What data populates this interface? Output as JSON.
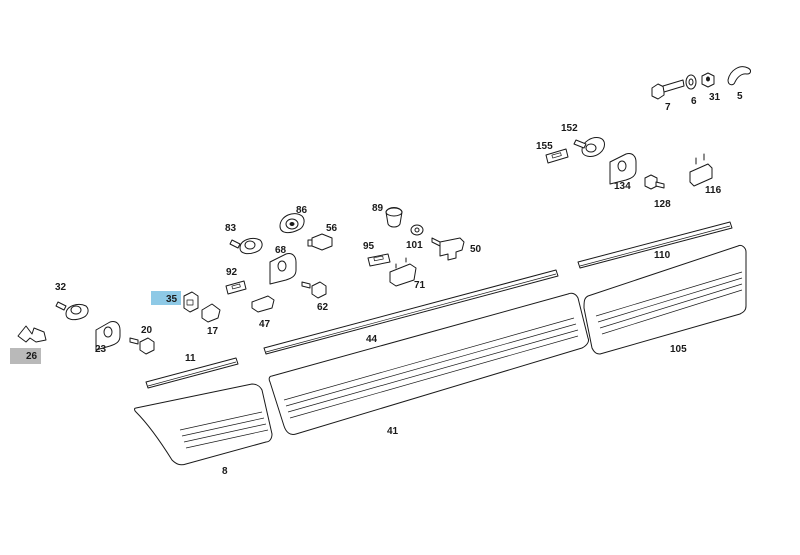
{
  "diagram": {
    "parts": [
      {
        "id": "7",
        "label": "7",
        "highlight": null
      },
      {
        "id": "6",
        "label": "6",
        "highlight": null
      },
      {
        "id": "31",
        "label": "31",
        "highlight": null
      },
      {
        "id": "5",
        "label": "5",
        "highlight": null
      },
      {
        "id": "152",
        "label": "152",
        "highlight": null
      },
      {
        "id": "155",
        "label": "155",
        "highlight": null
      },
      {
        "id": "134",
        "label": "134",
        "highlight": null
      },
      {
        "id": "116",
        "label": "116",
        "highlight": null
      },
      {
        "id": "128",
        "label": "128",
        "highlight": null
      },
      {
        "id": "86",
        "label": "86",
        "highlight": null
      },
      {
        "id": "89",
        "label": "89",
        "highlight": null
      },
      {
        "id": "83",
        "label": "83",
        "highlight": null
      },
      {
        "id": "56",
        "label": "56",
        "highlight": null
      },
      {
        "id": "68",
        "label": "68",
        "highlight": null
      },
      {
        "id": "95",
        "label": "95",
        "highlight": null
      },
      {
        "id": "101",
        "label": "101",
        "highlight": null
      },
      {
        "id": "50",
        "label": "50",
        "highlight": null
      },
      {
        "id": "110",
        "label": "110",
        "highlight": null
      },
      {
        "id": "92",
        "label": "92",
        "highlight": null
      },
      {
        "id": "71",
        "label": "71",
        "highlight": null
      },
      {
        "id": "32",
        "label": "32",
        "highlight": null
      },
      {
        "id": "35",
        "label": "35",
        "highlight": "blue"
      },
      {
        "id": "62",
        "label": "62",
        "highlight": null
      },
      {
        "id": "47",
        "label": "47",
        "highlight": null
      },
      {
        "id": "17",
        "label": "17",
        "highlight": null
      },
      {
        "id": "20",
        "label": "20",
        "highlight": null
      },
      {
        "id": "44",
        "label": "44",
        "highlight": null
      },
      {
        "id": "105",
        "label": "105",
        "highlight": null
      },
      {
        "id": "23",
        "label": "23",
        "highlight": null
      },
      {
        "id": "26",
        "label": "26",
        "highlight": "gray"
      },
      {
        "id": "11",
        "label": "11",
        "highlight": null
      },
      {
        "id": "41",
        "label": "41",
        "highlight": null
      },
      {
        "id": "8",
        "label": "8",
        "highlight": null
      }
    ],
    "colors": {
      "line": "#1a1a1a",
      "highlight_blue": "#8ec9e6",
      "highlight_gray": "#b9b9b9",
      "background": "#ffffff"
    }
  }
}
